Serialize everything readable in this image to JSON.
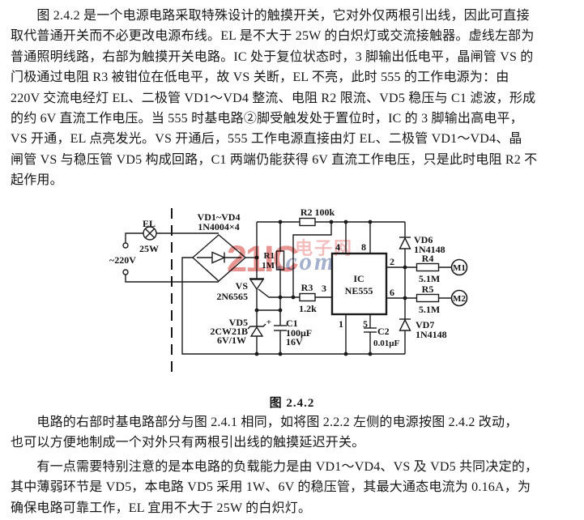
{
  "page": {
    "background": "#ffffff",
    "text_color": "#161616"
  },
  "para1": {
    "lines": [
      "　　图 2.4.2 是一个电源电路采取特殊设计的触摸开关，它对外仅两根引出线，因此可直接",
      "取代普通开关而不必更改电源布线。EL 是不大于 25W 的白炽灯或交流接触器。虚线左部为",
      "普通照明线路，右部为触摸开关电路。IC 处于复位状态时，3 脚输出低电平，晶闸管 VS 的",
      "门极通过电阻 R3 被钳位在低电平，故 VS 关断，EL 不亮，此时 555 的工作电源为：由",
      "220V 交流电经灯 EL、二极管 VD1～VD4 整流、电阻 R2 限流、VD5 稳压与 C1 滤波，形成",
      "的约 6V 直流工作电压。当 555 时基电路②脚受触发处于置位时，IC 的 3 脚输出高电平，",
      "VS 开通，EL 点亮发光。VS 开通后，555 工作电源直接由灯 EL、二极管 VD1～VD4、晶",
      "闸管 VS 与稳压管 VD5 构成回路，C1 两端仍能获得 6V 直流工作电压，只是此时电阻 R2 不",
      "起作用。"
    ]
  },
  "para2": {
    "lines": [
      "　　电路的右部时基电路部分与图 2.4.1 相同，如将图 2.2.2 左侧的电源按图 2.4.2 改动，",
      "也可以方便地制成一个对外只有两根引出线的触摸延迟开关。"
    ]
  },
  "para3": {
    "lines": [
      "　　有一点需要特别注意的是本电路的负载能力是由 VD1～VD4、VS 及 VD5 共同决定的，",
      "其中薄弱环节是 VD5，本电路 VD5 采用 1W、6V 的稳压管，其最大通态电流为 0.16A，为",
      "确保电路可靠工作，EL 宜用不大于 25W 的白炽灯。"
    ]
  },
  "figure": {
    "caption": "图 2.4.2",
    "watermark": {
      "big": "21IC",
      "cjk": "电子网",
      "script": ".com",
      "red": "#e4817e",
      "pink": "#f2b3b3",
      "blue": "#94a3c4"
    },
    "labels": {
      "lamp_name": "EL",
      "lamp_power": "25W",
      "supply": "~220V",
      "bridge_name": "VD1~VD4",
      "bridge_type": "1N4004×4",
      "r2": "R2  100k",
      "r1_name": "R1",
      "r1_val": "1M",
      "vs_name": "VS",
      "vs_type": "2N6565",
      "vd5_name": "VD5",
      "vd5_type": "2CW21B",
      "vd5_rating": "6V/1W",
      "c1_plus": "+",
      "c1_name": "C1",
      "c1_val": "100μF",
      "c1_volt": "16V",
      "r3_name": "R3",
      "r3_val": "1.2k",
      "ic_name": "IC",
      "ic_type": "NE555",
      "pin1": "1",
      "pin2": "2",
      "pin3": "3",
      "pin4": "4",
      "pin5": "5",
      "pin6": "6",
      "pin8": "8",
      "vd6_name": "VD6",
      "vd6_type": "1N4148",
      "vd7_name": "VD7",
      "vd7_type": "1N4148",
      "r4_name": "R4",
      "r4_val": "5.1M",
      "r5_name": "R5",
      "r5_val": "5.1M",
      "c2_name": "C2",
      "c2_val": "0.01μF",
      "m1": "M1",
      "m2": "M2"
    }
  }
}
